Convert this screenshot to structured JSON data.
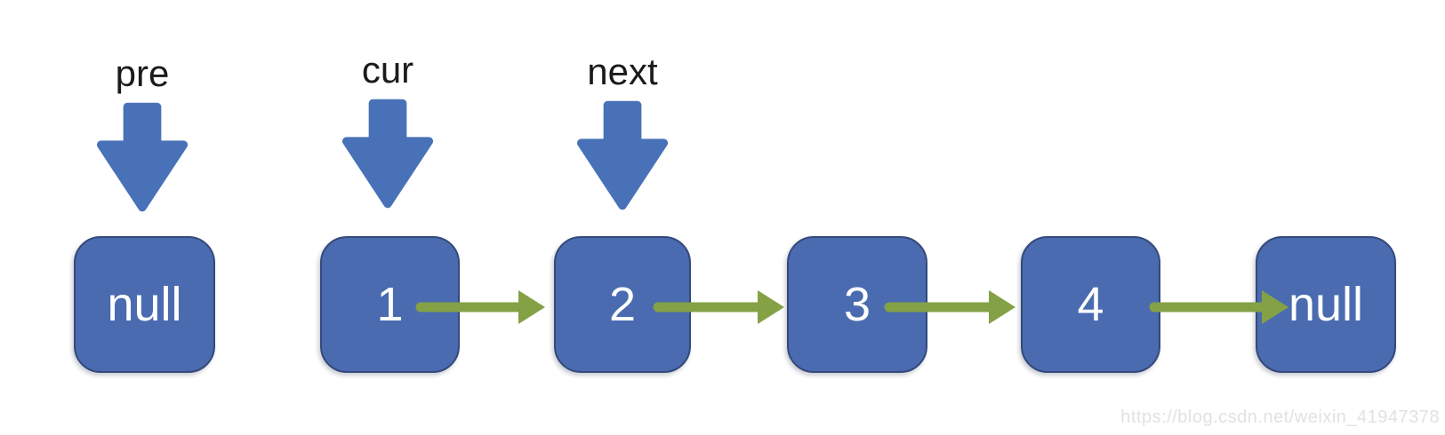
{
  "diagram": {
    "pointers": [
      {
        "label": "pre"
      },
      {
        "label": "cur"
      },
      {
        "label": "next"
      }
    ],
    "nodes": [
      {
        "label": "null"
      },
      {
        "label": "1"
      },
      {
        "label": "2"
      },
      {
        "label": "3"
      },
      {
        "label": "4"
      },
      {
        "label": "null"
      }
    ],
    "colors": {
      "node_fill": "#4a6bb0",
      "node_border": "#35497a",
      "pointer_arrow": "#4871b8",
      "link_arrow": "#84a146",
      "label_text": "#1b1b1b",
      "node_text": "#ffffff",
      "watermark": "#e2e2e2",
      "bg": "#ffffff"
    }
  },
  "watermark": {
    "text": "https://blog.csdn.net/weixin_41947378"
  }
}
